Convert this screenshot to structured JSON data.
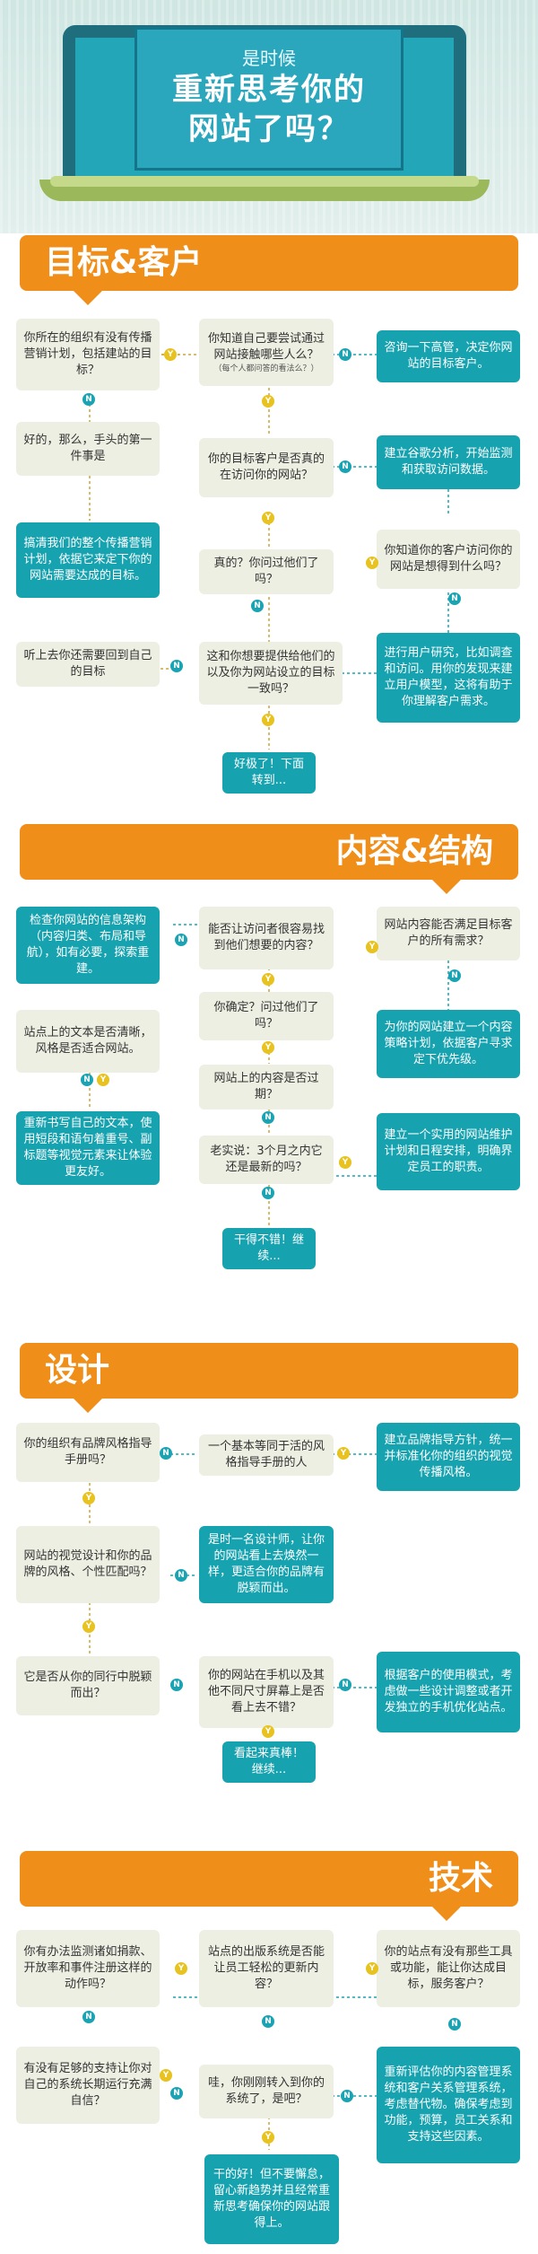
{
  "header": {
    "top": "是时候",
    "line1": "重新思考你的",
    "line2": "网站了吗？"
  },
  "sections": {
    "s1": "目标&客户",
    "s2": "内容&结构",
    "s3": "设计",
    "s4": "技术"
  },
  "badge": {
    "yes": "Y",
    "no": "N"
  },
  "s1": {
    "b1": "你所在的组织有没有传播营销计划，包括建站的目标？",
    "b2": "你知道自己要尝试通过网站接触哪些人么？",
    "b2sub": "（每个人都问答的看法么？）",
    "b3": "咨询一下高管，决定你网站的目标客户。",
    "b4": "好的，那么，手头的第一件事是",
    "b5": "你的目标客户是否真的在访问你的网站？",
    "b6": "建立谷歌分析，开始监测和获取访问数据。",
    "b7": "搞清我们的整个传播营销计划，依据它来定下你的网站需要达成的目标。",
    "b8": "你知道你的客户访问你的网站是想得到什么吗？",
    "b9": "真的？你问过他们了吗？",
    "b10": "听上去你还需要回到自己的目标",
    "b11": "这和你想要提供给他们的以及你为网站设立的目标一致吗？",
    "b12": "进行用户研究，比如调查和访问。用你的发现来建立用户模型，这将有助于你理解客户需求。",
    "b13": "好极了！下面转到..."
  },
  "s2": {
    "b1": "检查你网站的信息架构（内容归类、布局和导航），如有必要，探索重建。",
    "b2": "能否让访问者很容易找到他们想要的内容？",
    "b3": "网站内容能否满足目标客户的所有需求？",
    "b4": "站点上的文本是否清晰，风格是否适合网站。",
    "b5": "你确定？问过他们了吗？",
    "b6": "为你的网站建立一个内容策略计划，依据客户寻求定下优先级。",
    "b7": "网站上的内容是否过期？",
    "b8": "重新书写自己的文本，使用短段和语句着重号、副标题等视觉元素来让体验更友好。",
    "b9": "老实说：3个月之内它还是最新的吗？",
    "b10": "建立一个实用的网站维护计划和日程安排，明确界定员工的职责。",
    "b11": "干得不错！继续..."
  },
  "s3": {
    "b1": "你的组织有品牌风格指导手册吗？",
    "b2": "一个基本等同于活的风格指导手册的人",
    "b3": "建立品牌指导方针，统一并标准化你的组织的视觉传播风格。",
    "b4": "网站的视觉设计和你的品牌的风格、个性匹配吗？",
    "b5": "是时一名设计师，让你的网站看上去焕然一样，更适合你的品牌有脱颖而出。",
    "b6": "它是否从你的同行中脱颖而出？",
    "b7": "你的网站在手机以及其他不同尺寸屏幕上是否看上去不错？",
    "b8": "根据客户的使用模式，考虑做一些设计调整或者开发独立的手机优化站点。",
    "b9": "看起来真棒！继续..."
  },
  "s4": {
    "b1": "你有办法监测诸如捐款、开放率和事件注册这样的动作吗？",
    "b2": "站点的出版系统是否能让员工轻松的更新内容？",
    "b3": "你的站点有没有那些工具或功能，能让你达成目标，服务客户？",
    "b4": "有没有足够的支持让你对自己的系统长期运行充满自信？",
    "b5": "哇，你刚刚转入到你的系统了，是吧？",
    "b6": "重新评估你的内容管理系统和客户关系管理系统，考虑替代物。确保考虑到功能，预算，员工关系和支持这些因素。",
    "b7": "干的好！但不要懈怠，留心新趋势并且经常重新思考确保你的网站跟得上。"
  }
}
